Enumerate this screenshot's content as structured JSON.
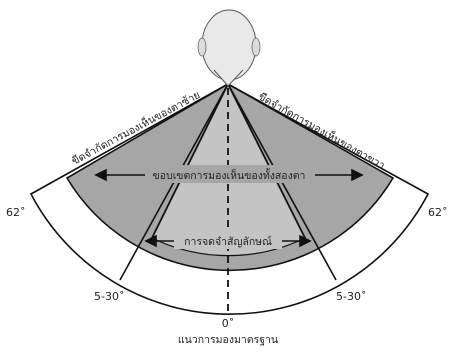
{
  "labels": {
    "left_limit": "ขีดจำกัดการมองเห็นของตาซ้าย",
    "right_limit": "ขีดจำกัดการมองเห็นของตาขวา",
    "binocular": "ขอบเขตการมองเห็นของทั้งสองตา",
    "symbol_recognition": "การจดจำสัญลักษณ์",
    "angle_left": "62˚",
    "angle_right": "62˚",
    "inner_left": "5-30˚",
    "inner_right": "5-30˚",
    "zero": "0˚",
    "baseline": "แนวการมองมาตรฐาน"
  },
  "colors": {
    "binocular_zone": "#a6a6a6",
    "symbol_zone": "#c4c4c4",
    "outline": "#111111",
    "background": "#ffffff"
  }
}
